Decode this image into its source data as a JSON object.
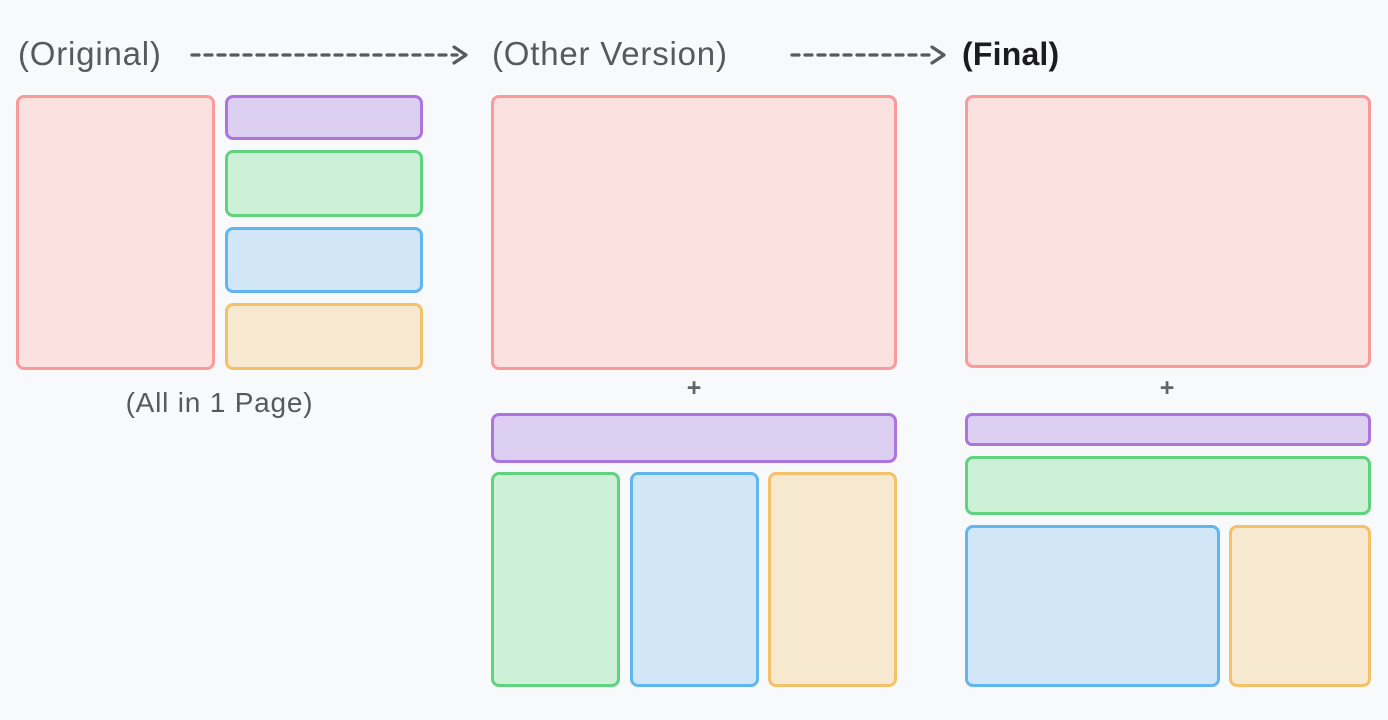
{
  "diagram": {
    "background": "#F8F9FA",
    "text_color": "#58595B",
    "final_text_color": "#1C1C1E",
    "arrow_color": "#5A5A5A",
    "stages": [
      {
        "label": "(Original)"
      },
      {
        "label": "(Other Version)"
      },
      {
        "label": "(Final)"
      }
    ]
  },
  "palette": {
    "pink": {
      "fill": "#FCE1E1",
      "border": "#F99B9B"
    },
    "purple": {
      "fill": "#DCCFF2",
      "border": "#AE74DE"
    },
    "green": {
      "fill": "#CDF1D7",
      "border": "#5FD37E"
    },
    "blue": {
      "fill": "#D1E7F8",
      "border": "#62B6F0"
    },
    "orange": {
      "fill": "#F6E9D0",
      "border": "#F3C268"
    }
  },
  "original": {
    "caption": "(All in 1 Page)"
  },
  "other_version": {
    "plus_label": "+"
  },
  "final": {
    "plus_label": "+"
  }
}
